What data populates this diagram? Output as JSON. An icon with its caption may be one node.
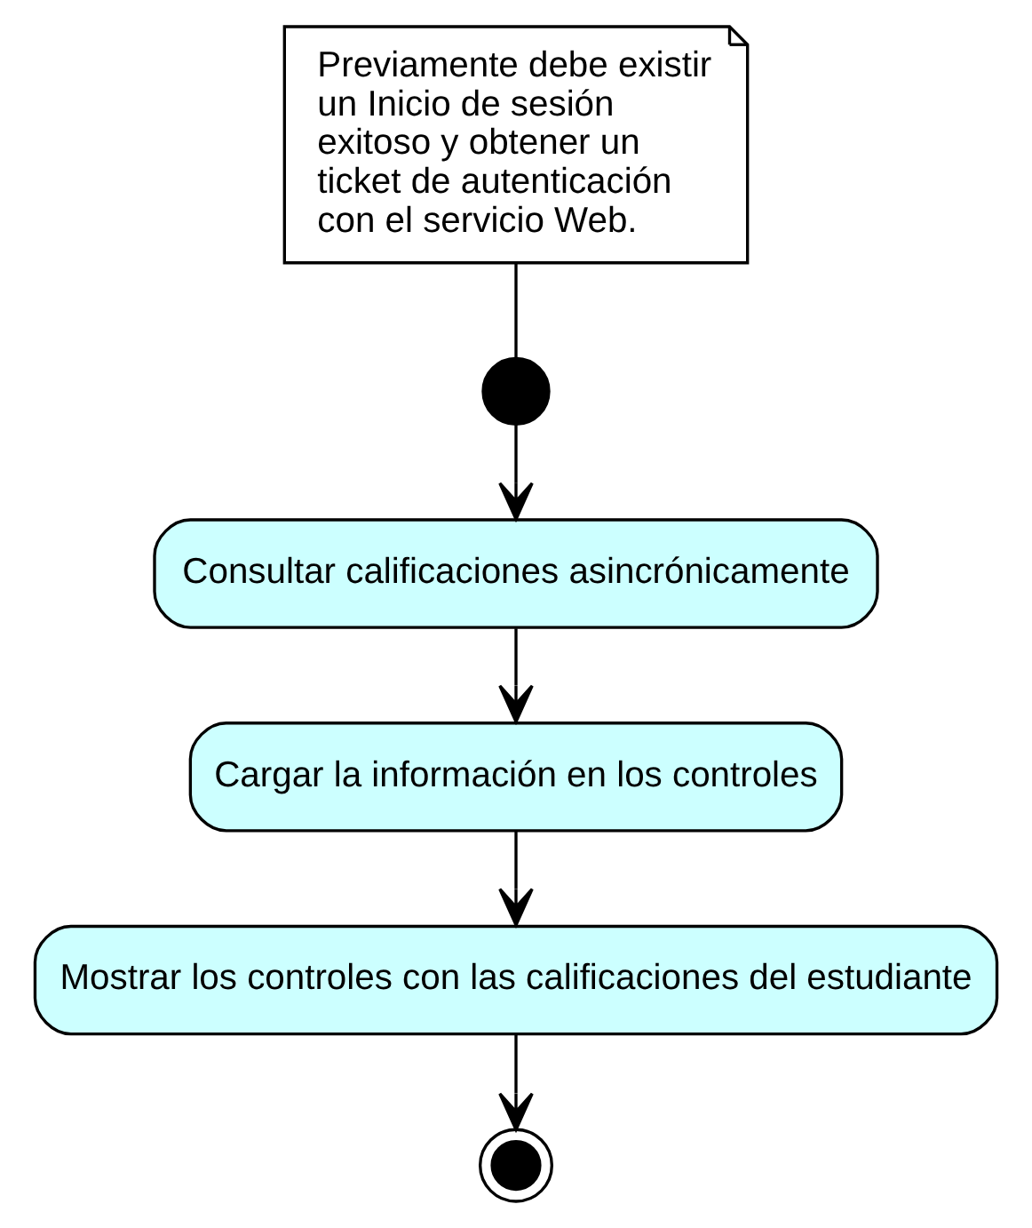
{
  "diagram": {
    "nodes": [
      {
        "text": [
          "Previamente debe existir un Inicio de sesión exitoso y obtener un ticket de autenticación con el servicio Web."
        ]
      },
      {
        "text": [],
        "shape": "circle"
      },
      {
        "text": [
          "Consultar calificaciones asincrónicamente"
        ]
      },
      {
        "text": [
          "Cargar la información en los controles"
        ]
      },
      {
        "text": [
          "Mostrar los controles con las calificaciones del estudiante"
        ]
      },
      {
        "text": [],
        "shape": "circle"
      }
    ],
    "edges": [
      {
        "from": 0,
        "to": 1,
        "arrow": "none"
      },
      {
        "from": 1,
        "to": 2,
        "arrow": "to"
      },
      {
        "from": 2,
        "to": 3,
        "arrow": "to"
      },
      {
        "from": 3,
        "to": 4,
        "arrow": "to"
      },
      {
        "from": 4,
        "to": 5,
        "arrow": "to"
      }
    ]
  }
}
